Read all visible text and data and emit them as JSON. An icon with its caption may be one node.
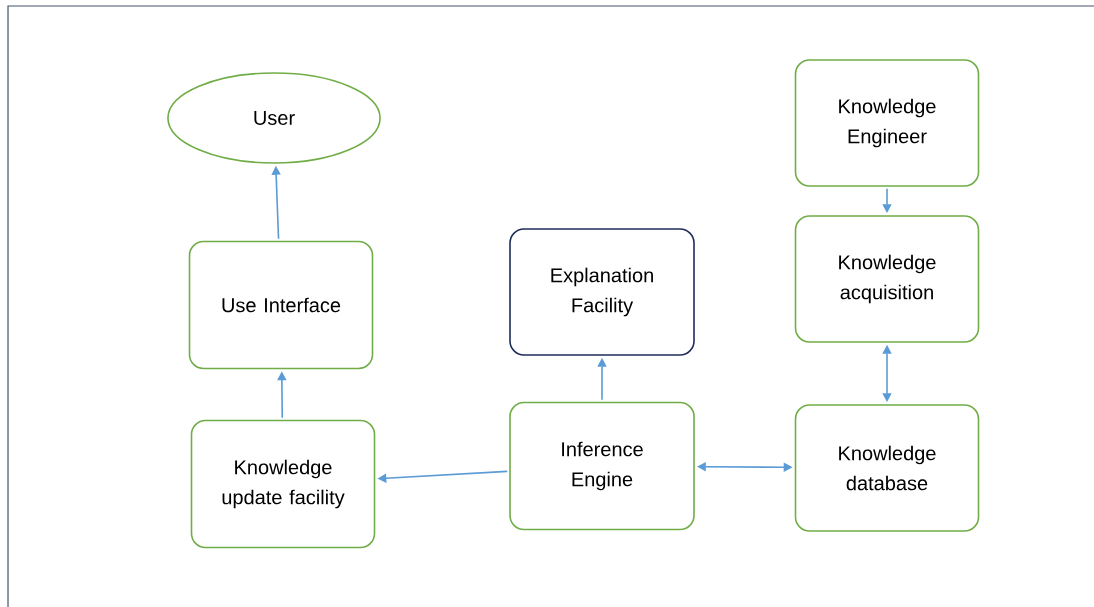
{
  "diagram": {
    "nodes": [
      {
        "text": [
          "User"
        ]
      },
      {
        "text": [
          "Use Interface"
        ]
      },
      {
        "text": [
          "Knowledge update facility"
        ]
      },
      {
        "text": [
          "Explanation Facility"
        ]
      },
      {
        "text": [
          "Inference Engine"
        ]
      },
      {
        "text": [
          "Knowledge Engineer"
        ]
      },
      {
        "text": [
          "Knowledge acquisition"
        ]
      },
      {
        "text": [
          "Knowledge database"
        ]
      }
    ],
    "edges": [
      {
        "from": 1,
        "to": 0,
        "arrow": "to"
      },
      {
        "from": 2,
        "to": 1,
        "arrow": "to"
      },
      {
        "from": 4,
        "to": 2,
        "arrow": "to"
      },
      {
        "from": 4,
        "to": 3,
        "arrow": "to"
      },
      {
        "from": 4,
        "to": 7,
        "arrow": "both"
      },
      {
        "from": 5,
        "to": 6,
        "arrow": "to"
      },
      {
        "from": 6,
        "to": 7,
        "arrow": "both"
      }
    ]
  }
}
